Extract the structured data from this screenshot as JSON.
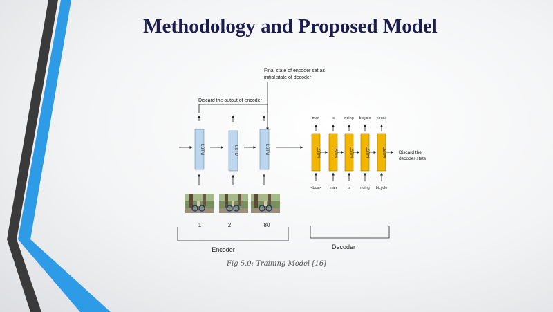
{
  "slide": {
    "title": "Methodology and Proposed Model",
    "caption": "Fig 5.0: Training Model [16]"
  },
  "diagram": {
    "final_state_note": [
      "Final state of encoder set as",
      "initial state of decoder"
    ],
    "discard_output_note": "Discard the output of encoder",
    "discard_state_note": [
      "Discard the",
      "decoder state"
    ],
    "cell_label": "LSTM",
    "encoder_steps": [
      "1",
      "2",
      "80"
    ],
    "encoder_label": "Encoder",
    "decoder_label": "Decoder",
    "decoder_outputs": [
      "man",
      "is",
      "riding",
      "bicycle",
      "<eos>"
    ],
    "decoder_inputs": [
      "<bos>",
      "man",
      "is",
      "riding",
      "bicycle"
    ],
    "colors": {
      "encoder_cell": "#bcd6ee",
      "decoder_cell": "#f2b600",
      "title": "#1a1d4e",
      "accent_blue": "#2e9be6",
      "accent_dark": "#3a3a3a"
    }
  }
}
